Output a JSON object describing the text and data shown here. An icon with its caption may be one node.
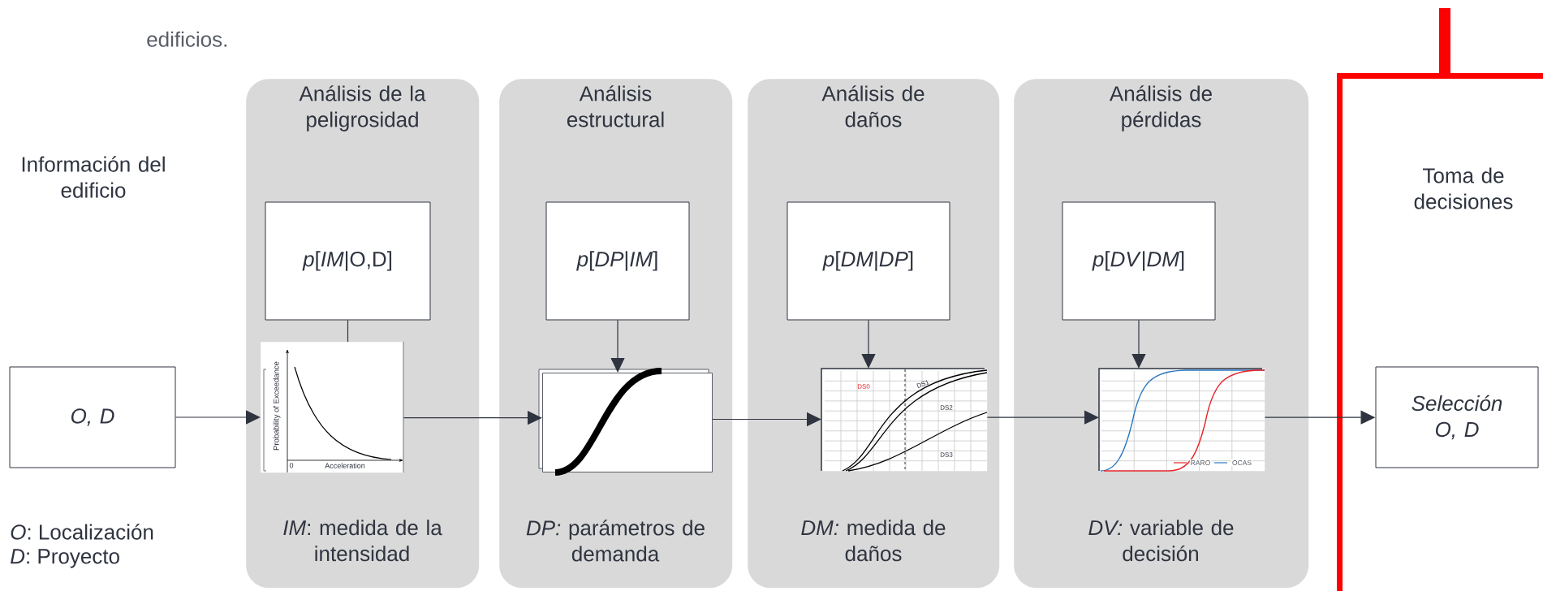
{
  "diagram": {
    "nodes": [
      {
        "text": [
          "O, D"
        ]
      },
      {
        "text": [
          "Análisis de la peligrosidad",
          "*IM*: medida de la intensidad"
        ]
      },
      {
        "text": [
          "*p*[*IM*|O,D]"
        ],
        "in": 1
      },
      {
        "text": [
          "Probability of Exceedance",
          "0",
          "Acceleration"
        ],
        "in": 1
      },
      {
        "text": [
          "Análisis estructural",
          "*DP:* parámetros de demanda"
        ]
      },
      {
        "text": [
          "*p*[*DP*|*IM*]"
        ],
        "in": 4
      },
      {
        "text": [],
        "shape": "picture",
        "in": 4
      },
      {
        "text": [
          "Análisis de daños",
          "*DM:* medida de daños"
        ]
      },
      {
        "text": [
          "*p*[*DM*|*DP*]"
        ],
        "in": 7
      },
      {
        "text": [
          "DS0",
          "DS1",
          "DS2",
          "DS3"
        ],
        "in": 7
      },
      {
        "text": [
          "Análisis de pérdidas",
          "*DV:* variable de decisión"
        ]
      },
      {
        "text": [
          "*p*[*DV*|*DM*]"
        ],
        "in": 10
      },
      {
        "text": [
          "RARO",
          "OCAS"
        ],
        "in": 10
      },
      {
        "text": [
          "Toma de decisiones"
        ]
      },
      {
        "text": [
          "Selección O, D"
        ],
        "in": 13
      }
    ],
    "edges": [
      {
        "from": 0,
        "to": 3,
        "arrow": "to"
      },
      {
        "from": 2,
        "to": 3,
        "arrow": "none"
      },
      {
        "from": 3,
        "to": 6,
        "arrow": "to"
      },
      {
        "from": 5,
        "to": 6,
        "arrow": "to"
      },
      {
        "from": 6,
        "to": 9,
        "arrow": "to"
      },
      {
        "from": 8,
        "to": 9,
        "arrow": "to"
      },
      {
        "from": 9,
        "to": 12,
        "arrow": "to"
      },
      {
        "from": 11,
        "to": 12,
        "arrow": "to"
      },
      {
        "from": 12,
        "to": 14,
        "arrow": "to"
      }
    ],
    "labels": [
      "edificios.",
      "Información del edificio",
      "*O*: Localización",
      "*D*: Proyecto"
    ]
  }
}
